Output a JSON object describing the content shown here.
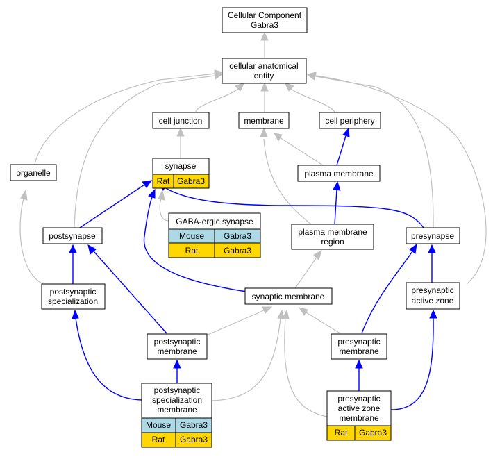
{
  "nodes": {
    "root": {
      "line1": "Cellular Component",
      "line2": "Gabra3"
    },
    "cae": {
      "line1": "cellular anatomical",
      "line2": "entity"
    },
    "cell_junction": {
      "label": "cell junction"
    },
    "membrane": {
      "label": "membrane"
    },
    "cell_periphery": {
      "label": "cell periphery"
    },
    "organelle": {
      "label": "organelle"
    },
    "synapse": {
      "label": "synapse",
      "rows": [
        {
          "species": "Rat",
          "gene": "Gabra3"
        }
      ]
    },
    "plasma_membrane": {
      "label": "plasma membrane"
    },
    "gaba_synapse": {
      "label": "GABA-ergic synapse",
      "rows": [
        {
          "species": "Mouse",
          "gene": "Gabra3"
        },
        {
          "species": "Rat",
          "gene": "Gabra3"
        }
      ]
    },
    "postsynapse": {
      "label": "postsynapse"
    },
    "pm_region": {
      "line1": "plasma membrane",
      "line2": "region"
    },
    "presynapse": {
      "label": "presynapse"
    },
    "post_spec": {
      "line1": "postsynaptic",
      "line2": "specialization"
    },
    "syn_membrane": {
      "label": "synaptic membrane"
    },
    "pre_active": {
      "line1": "presynaptic",
      "line2": "active zone"
    },
    "post_membrane": {
      "line1": "postsynaptic",
      "line2": "membrane"
    },
    "pre_membrane": {
      "line1": "presynaptic",
      "line2": "membrane"
    },
    "post_spec_membrane": {
      "line1": "postsynaptic",
      "line2": "specialization",
      "line3": "membrane",
      "rows": [
        {
          "species": "Mouse",
          "gene": "Gabra3"
        },
        {
          "species": "Rat",
          "gene": "Gabra3"
        }
      ]
    },
    "pre_active_membrane": {
      "line1": "presynaptic",
      "line2": "active zone",
      "line3": "membrane",
      "rows": [
        {
          "species": "Rat",
          "gene": "Gabra3"
        }
      ]
    }
  },
  "colors": {
    "mouse": "#add8e6",
    "rat": "#ffd700",
    "part_of_edge": "#0000ff",
    "is_a_edge": "#c0c0c0"
  }
}
